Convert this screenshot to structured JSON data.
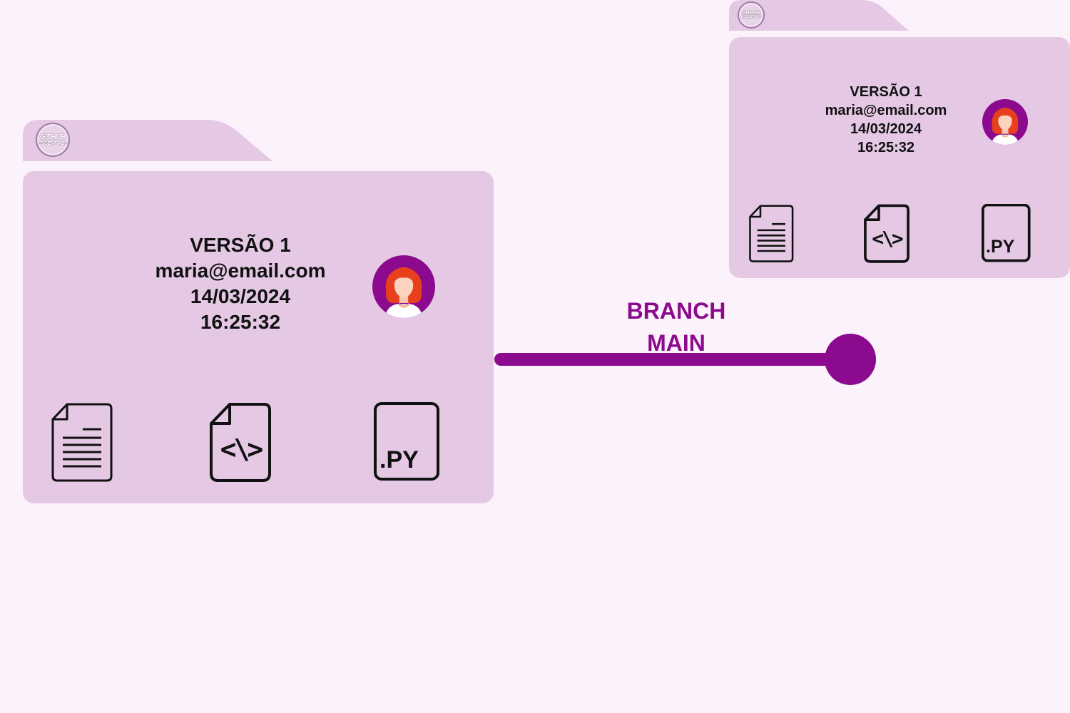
{
  "colors": {
    "background": "#fcf2fb",
    "folder": "#e4c8e4",
    "accent": "#8b0a8e",
    "icon_stroke": "#111111"
  },
  "logo": {
    "line1": "GITHUB",
    "line2": "ESSENTIALS"
  },
  "main_folder": {
    "version": "VERSÃO 1",
    "email": "maria@email.com",
    "date": "14/03/2024",
    "time": "16:25:32",
    "files": [
      {
        "icon": "text-file-icon"
      },
      {
        "icon": "code-file-icon",
        "glyph": "<\\>"
      },
      {
        "icon": "python-file-icon",
        "label": ".PY"
      }
    ]
  },
  "branch_folder": {
    "version": "VERSÃO 1",
    "email": "maria@email.com",
    "date": "14/03/2024",
    "time": "16:25:32",
    "files": [
      {
        "icon": "text-file-icon"
      },
      {
        "icon": "code-file-icon",
        "glyph": "<\\>"
      },
      {
        "icon": "python-file-icon",
        "label": ".PY"
      }
    ]
  },
  "branch": {
    "line1": "BRANCH",
    "line2": "MAIN"
  }
}
